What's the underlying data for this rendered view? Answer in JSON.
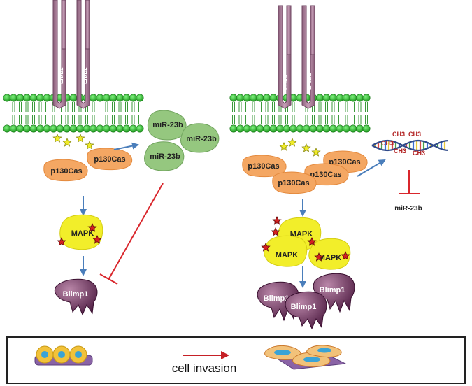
{
  "receptor": {
    "label": "ErbB2"
  },
  "left_panel": {
    "p130cas": [
      "p130Cas",
      "p130Cas"
    ],
    "mirna": [
      "miR-23b",
      "miR-23b",
      "miR-23b"
    ],
    "mapk": "MAPK",
    "blimp": "Blimp1"
  },
  "right_panel": {
    "p130cas": [
      "p130Cas",
      "p130Cas",
      "p130Cas",
      "p130Cas"
    ],
    "methyl": [
      "CH3",
      "CH3",
      "CH3",
      "CH3",
      "CH3"
    ],
    "mirna": "miR-23b",
    "mapk": [
      "MAPK",
      "MAPK",
      "MAPK"
    ],
    "blimp": [
      "Blimp1",
      "Blimp1",
      "Blimp1"
    ]
  },
  "legend": {
    "label": "cell invasion"
  },
  "colors": {
    "membrane": "#2db82d",
    "receptor": "#a87a96",
    "p130cas": "#f2a15e",
    "mirna": "#8fc27a",
    "mapk": "#f2ee2a",
    "blimp": "#6b2a5a",
    "arrow_blue": "#4a7ebb",
    "inhibit_red": "#d9262c",
    "phospho_star": "#e8e83a"
  }
}
